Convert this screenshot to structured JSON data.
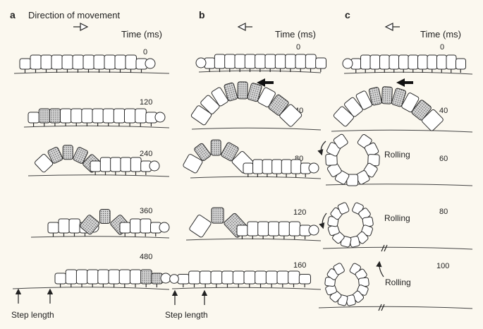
{
  "panels": [
    {
      "letter": "a",
      "heading": "Direction of movement",
      "time_header": "Time (ms)",
      "times": [
        "0",
        "120",
        "240",
        "360",
        "480"
      ],
      "step_label": "Step length"
    },
    {
      "letter": "b",
      "time_header": "Time (ms)",
      "times": [
        "0",
        "40",
        "80",
        "120",
        "160"
      ],
      "step_label": "Step length"
    },
    {
      "letter": "c",
      "time_header": "Time (ms)",
      "times": [
        "0",
        "40",
        "60",
        "80",
        "100"
      ],
      "side_labels": [
        "Rolling",
        "Rolling",
        "Rolling"
      ]
    }
  ],
  "colors": {
    "background": "#fbf8ef",
    "body_fill": "#ffffff",
    "stippled_segment": "#bdbdbd",
    "outline": "#2a2a2a"
  },
  "icons": [
    "open-arrow-right-icon",
    "open-arrow-left-icon",
    "solid-arrow-left-icon",
    "rolling-arrow-icon",
    "step-arrow-icon",
    "break-mark-icon"
  ]
}
